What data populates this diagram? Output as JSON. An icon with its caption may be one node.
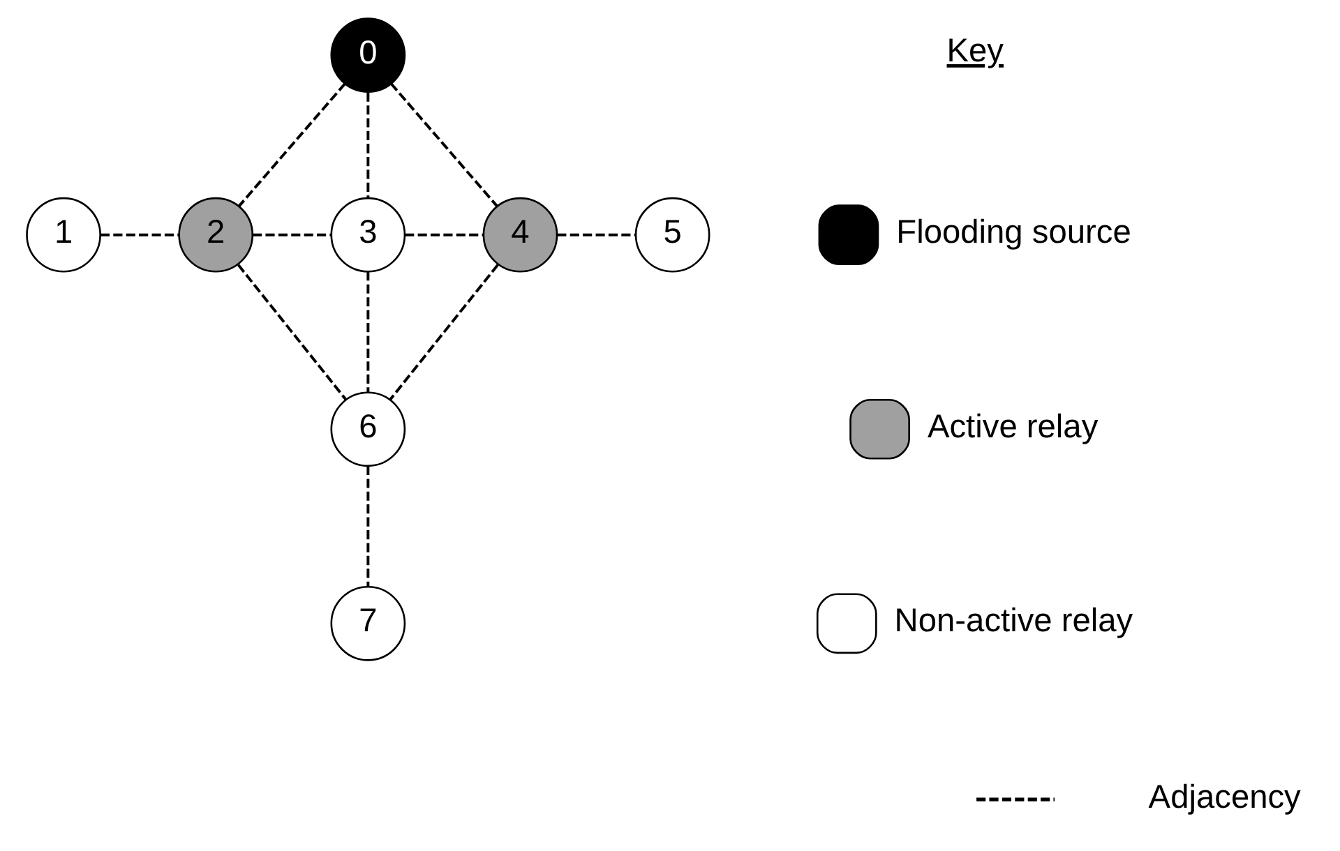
{
  "diagram": {
    "nodes": [
      {
        "text": [
          "0"
        ]
      },
      {
        "text": [
          "1"
        ]
      },
      {
        "text": [
          "2"
        ]
      },
      {
        "text": [
          "3"
        ]
      },
      {
        "text": [
          "4"
        ]
      },
      {
        "text": [
          "5"
        ]
      },
      {
        "text": [
          "6"
        ]
      },
      {
        "text": [
          "7"
        ]
      }
    ],
    "edges": [
      {
        "from": 0,
        "to": 2,
        "arrow": "none",
        "style": "dashed"
      },
      {
        "from": 0,
        "to": 3,
        "arrow": "none",
        "style": "dashed"
      },
      {
        "from": 0,
        "to": 4,
        "arrow": "none",
        "style": "dashed"
      },
      {
        "from": 1,
        "to": 2,
        "arrow": "none",
        "style": "dashed"
      },
      {
        "from": 2,
        "to": 3,
        "arrow": "none",
        "style": "dashed"
      },
      {
        "from": 3,
        "to": 4,
        "arrow": "none",
        "style": "dashed"
      },
      {
        "from": 4,
        "to": 5,
        "arrow": "none",
        "style": "dashed"
      },
      {
        "from": 2,
        "to": 6,
        "arrow": "none",
        "style": "dashed"
      },
      {
        "from": 3,
        "to": 6,
        "arrow": "none",
        "style": "dashed"
      },
      {
        "from": 4,
        "to": 6,
        "arrow": "none",
        "style": "dashed"
      },
      {
        "from": 6,
        "to": 7,
        "arrow": "none",
        "style": "dashed"
      }
    ],
    "labels": [
      "Key"
    ],
    "legend": [
      {
        "text": "Flooding source",
        "color": "#000000"
      },
      {
        "text": "Active relay",
        "color": "#a0a0a0"
      },
      {
        "text": "Non-active relay",
        "color": "#ffffff"
      },
      {
        "text": "Adjacency"
      }
    ]
  }
}
